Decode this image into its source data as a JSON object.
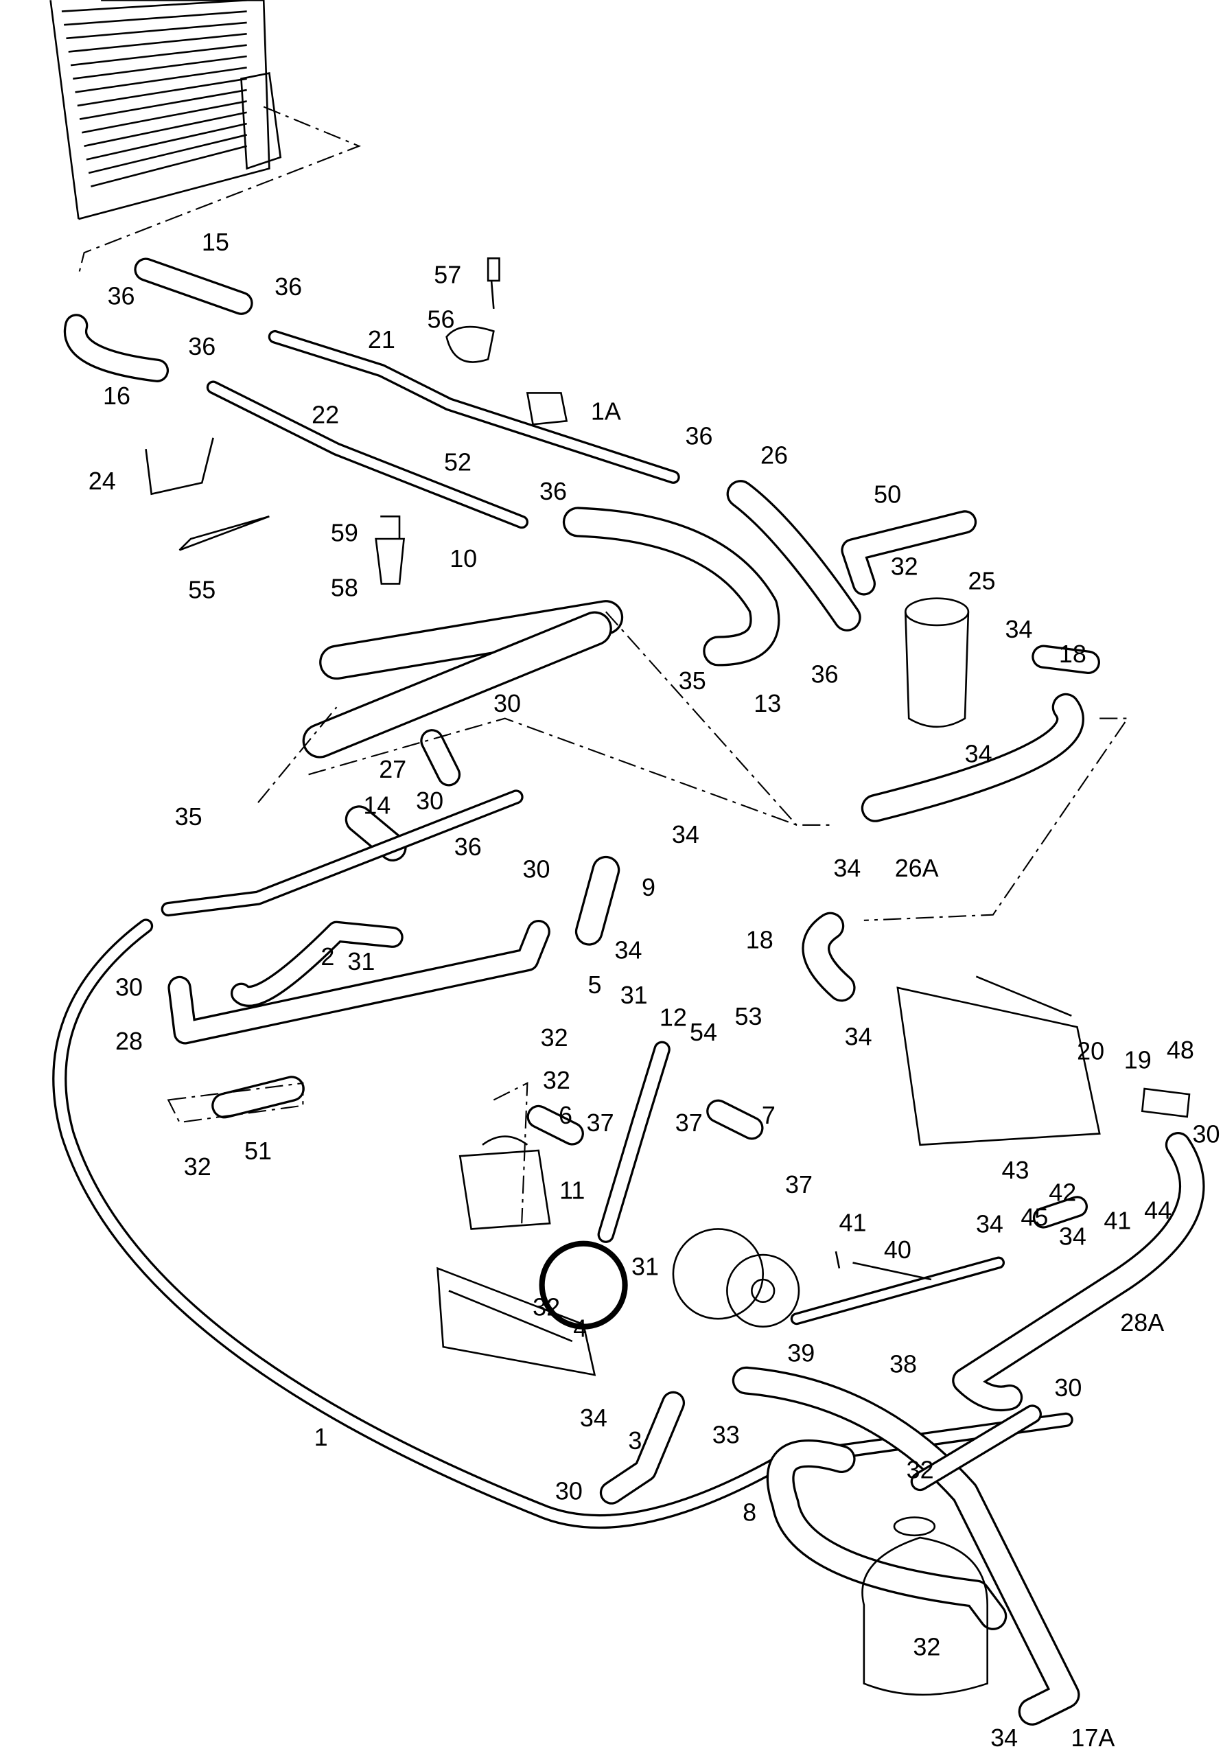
{
  "diagram": {
    "type": "exploded parts diagram - coolant hoses",
    "highlight_color": "#000000",
    "highlighted_part": "4",
    "callouts": [
      "36",
      "15",
      "36",
      "16",
      "36",
      "21",
      "57",
      "56",
      "1A",
      "22",
      "52",
      "24",
      "36",
      "26",
      "36",
      "50",
      "59",
      "10",
      "58",
      "55",
      "32",
      "25",
      "34",
      "18",
      "30",
      "35",
      "13",
      "36",
      "34",
      "27",
      "30",
      "35",
      "14",
      "34",
      "36",
      "30",
      "34",
      "26A",
      "9",
      "34",
      "18",
      "2",
      "31",
      "30",
      "5",
      "31",
      "12",
      "54",
      "53",
      "28",
      "32",
      "34",
      "20",
      "19",
      "48",
      "32",
      "6",
      "37",
      "37",
      "7",
      "30",
      "32",
      "51",
      "43",
      "42",
      "41",
      "44",
      "37",
      "11",
      "34",
      "45",
      "41",
      "40",
      "31",
      "34",
      "32",
      "4",
      "39",
      "38",
      "28A",
      "34",
      "30",
      "1",
      "3",
      "33",
      "32",
      "30",
      "8",
      "32",
      "17A",
      "34"
    ]
  }
}
